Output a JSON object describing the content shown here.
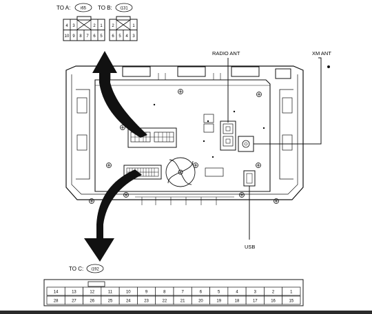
{
  "connector_a": {
    "prefix": "TO A:",
    "id": "i65",
    "row1": [
      "4",
      "3",
      "",
      "2",
      "1"
    ],
    "row2": [
      "10",
      "9",
      "8",
      "7",
      "6",
      "5"
    ]
  },
  "connector_b": {
    "prefix": "TO B:",
    "id": "i131",
    "row1": [
      "2",
      "",
      "1"
    ],
    "row2": [
      "6",
      "5",
      "4",
      "3"
    ]
  },
  "connector_c": {
    "prefix": "TO C:",
    "id": "i192",
    "row1": [
      "14",
      "13",
      "12",
      "11",
      "10",
      "9",
      "8",
      "7",
      "6",
      "5",
      "4",
      "3",
      "2",
      "1"
    ],
    "row2": [
      "28",
      "27",
      "26",
      "25",
      "24",
      "23",
      "22",
      "21",
      "20",
      "19",
      "18",
      "17",
      "16",
      "15"
    ]
  },
  "labels": {
    "radio_ant": "RADIO ANT",
    "xm_ant": "XM ANT",
    "usb": "USB"
  },
  "colors": {
    "line": "#111111",
    "arrow": "#111111",
    "panel": "#ffffff"
  }
}
